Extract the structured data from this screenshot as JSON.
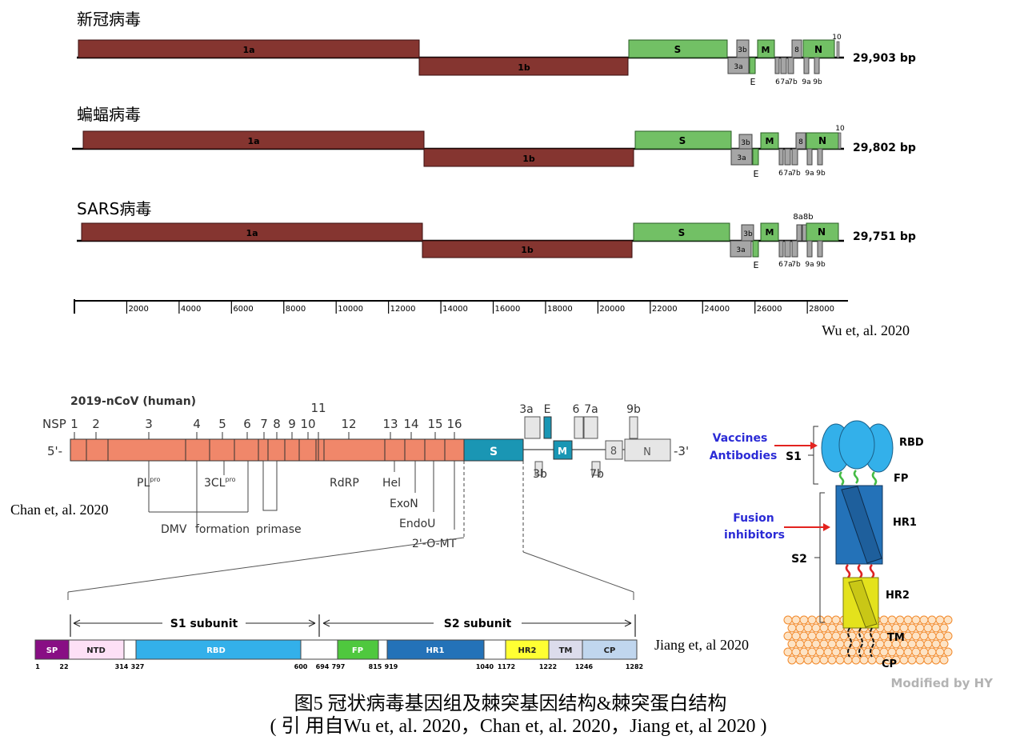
{
  "genomes": [
    {
      "title": "新冠病毒",
      "size": "29,903 bp",
      "gene_labels": {
        "orf1a": "1a",
        "orf1b": "1b",
        "s": "S",
        "g3a": "3a",
        "g3b": "3b",
        "m": "M",
        "g8": "8",
        "n": "N",
        "g10": "10",
        "e": "E",
        "g6": "6",
        "g7a": "7a",
        "g7b": "7b",
        "g9a": "9a",
        "g9b": "9b"
      }
    },
    {
      "title": "蝙蝠病毒",
      "size": "29,802 bp",
      "gene_labels": {
        "orf1a": "1a",
        "orf1b": "1b",
        "s": "S",
        "g3a": "3a",
        "g3b": "3b",
        "m": "M",
        "g8": "8",
        "n": "N",
        "g10": "10",
        "e": "E",
        "g6": "6",
        "g7a": "7a",
        "g7b": "7b",
        "g9a": "9a",
        "g9b": "9b"
      }
    },
    {
      "title": "SARS病毒",
      "size": "29,751 bp",
      "gene_labels": {
        "orf1a": "1a",
        "orf1b": "1b",
        "s": "S",
        "g3a": "3a",
        "g3b": "3b",
        "m": "M",
        "g8a8b": "8a8b",
        "n": "N",
        "e": "E",
        "g6": "6",
        "g7a": "7a",
        "g7b": "7b",
        "g9a": "9a",
        "g9b": "9b"
      }
    }
  ],
  "scale_ticks": [
    "2000",
    "4000",
    "6000",
    "8000",
    "10000",
    "12000",
    "14000",
    "16000",
    "18000",
    "20000",
    "22000",
    "24000",
    "26000",
    "28000"
  ],
  "citation_wu": "Wu et, al. 2020",
  "ncov": {
    "title": "2019-nCoV (human)",
    "nsp_prefix": "NSP",
    "nsp_numbers": [
      "1",
      "2",
      "3",
      "4",
      "5",
      "6",
      "7",
      "8",
      "9",
      "10",
      "11",
      "12",
      "13",
      "14",
      "15",
      "16"
    ],
    "five_prime": "5'-",
    "three_prime": "-3'",
    "s_label": "S",
    "m_label": "M",
    "n_label": "N",
    "g8_label": "8",
    "top_accessory": [
      "3a",
      "E",
      "6",
      "7a",
      "9b"
    ],
    "bottom_accessory": [
      "3b",
      "7b"
    ],
    "functions": {
      "plpro_main": "PL",
      "plpro_sup": "pro",
      "clpro_main": "3CL",
      "clpro_sup": "pro",
      "rdrp": "RdRP",
      "hel": "Hel",
      "exon": "ExoN",
      "endou": "EndoU",
      "omt": "2'-O-MT",
      "dmv": "DMV",
      "formation": "formation",
      "primase": "primase"
    }
  },
  "citation_chan": "Chan et, al. 2020",
  "spike_domains": {
    "s1_subunit": "S1 subunit",
    "s2_subunit": "S2 subunit",
    "segments": [
      "SP",
      "NTD",
      "RBD",
      "FP",
      "HR1",
      "HR2",
      "TM",
      "CP"
    ],
    "positions": [
      "1",
      "22",
      "314",
      "327",
      "600",
      "694",
      "797",
      "815",
      "919",
      "1040",
      "1172",
      "1222",
      "1246",
      "1282"
    ]
  },
  "citation_jiang": "Jiang et, al 2020",
  "spike_model": {
    "vaccines": "Vaccines",
    "antibodies": "Antibodies",
    "s1": "S1",
    "rbd": "RBD",
    "fp": "FP",
    "fusion": "Fusion",
    "inhibitors": "inhibitors",
    "hr1": "HR1",
    "s2": "S2",
    "hr2": "HR2",
    "tm": "TM",
    "cp": "CP"
  },
  "watermark": "Modified by HY",
  "caption_line1": "图5 冠状病毒基因组及棘突基因结构&棘突蛋白结构",
  "caption_line2": "( 引 用自Wu et, al. 2020，Chan et, al. 2020，Jiang et, al 2020 )",
  "colors": {
    "orf1": "#853530",
    "s_gene": "#72c065",
    "accessory": "#a6a6a6",
    "nsp": "#f0876a",
    "s_teal": "#1a96b4",
    "rbd_blue": "#33b0ea",
    "hr1_blue": "#2472b8",
    "hr2_yellow": "#e4e21c",
    "membrane": "#f6a24a"
  }
}
